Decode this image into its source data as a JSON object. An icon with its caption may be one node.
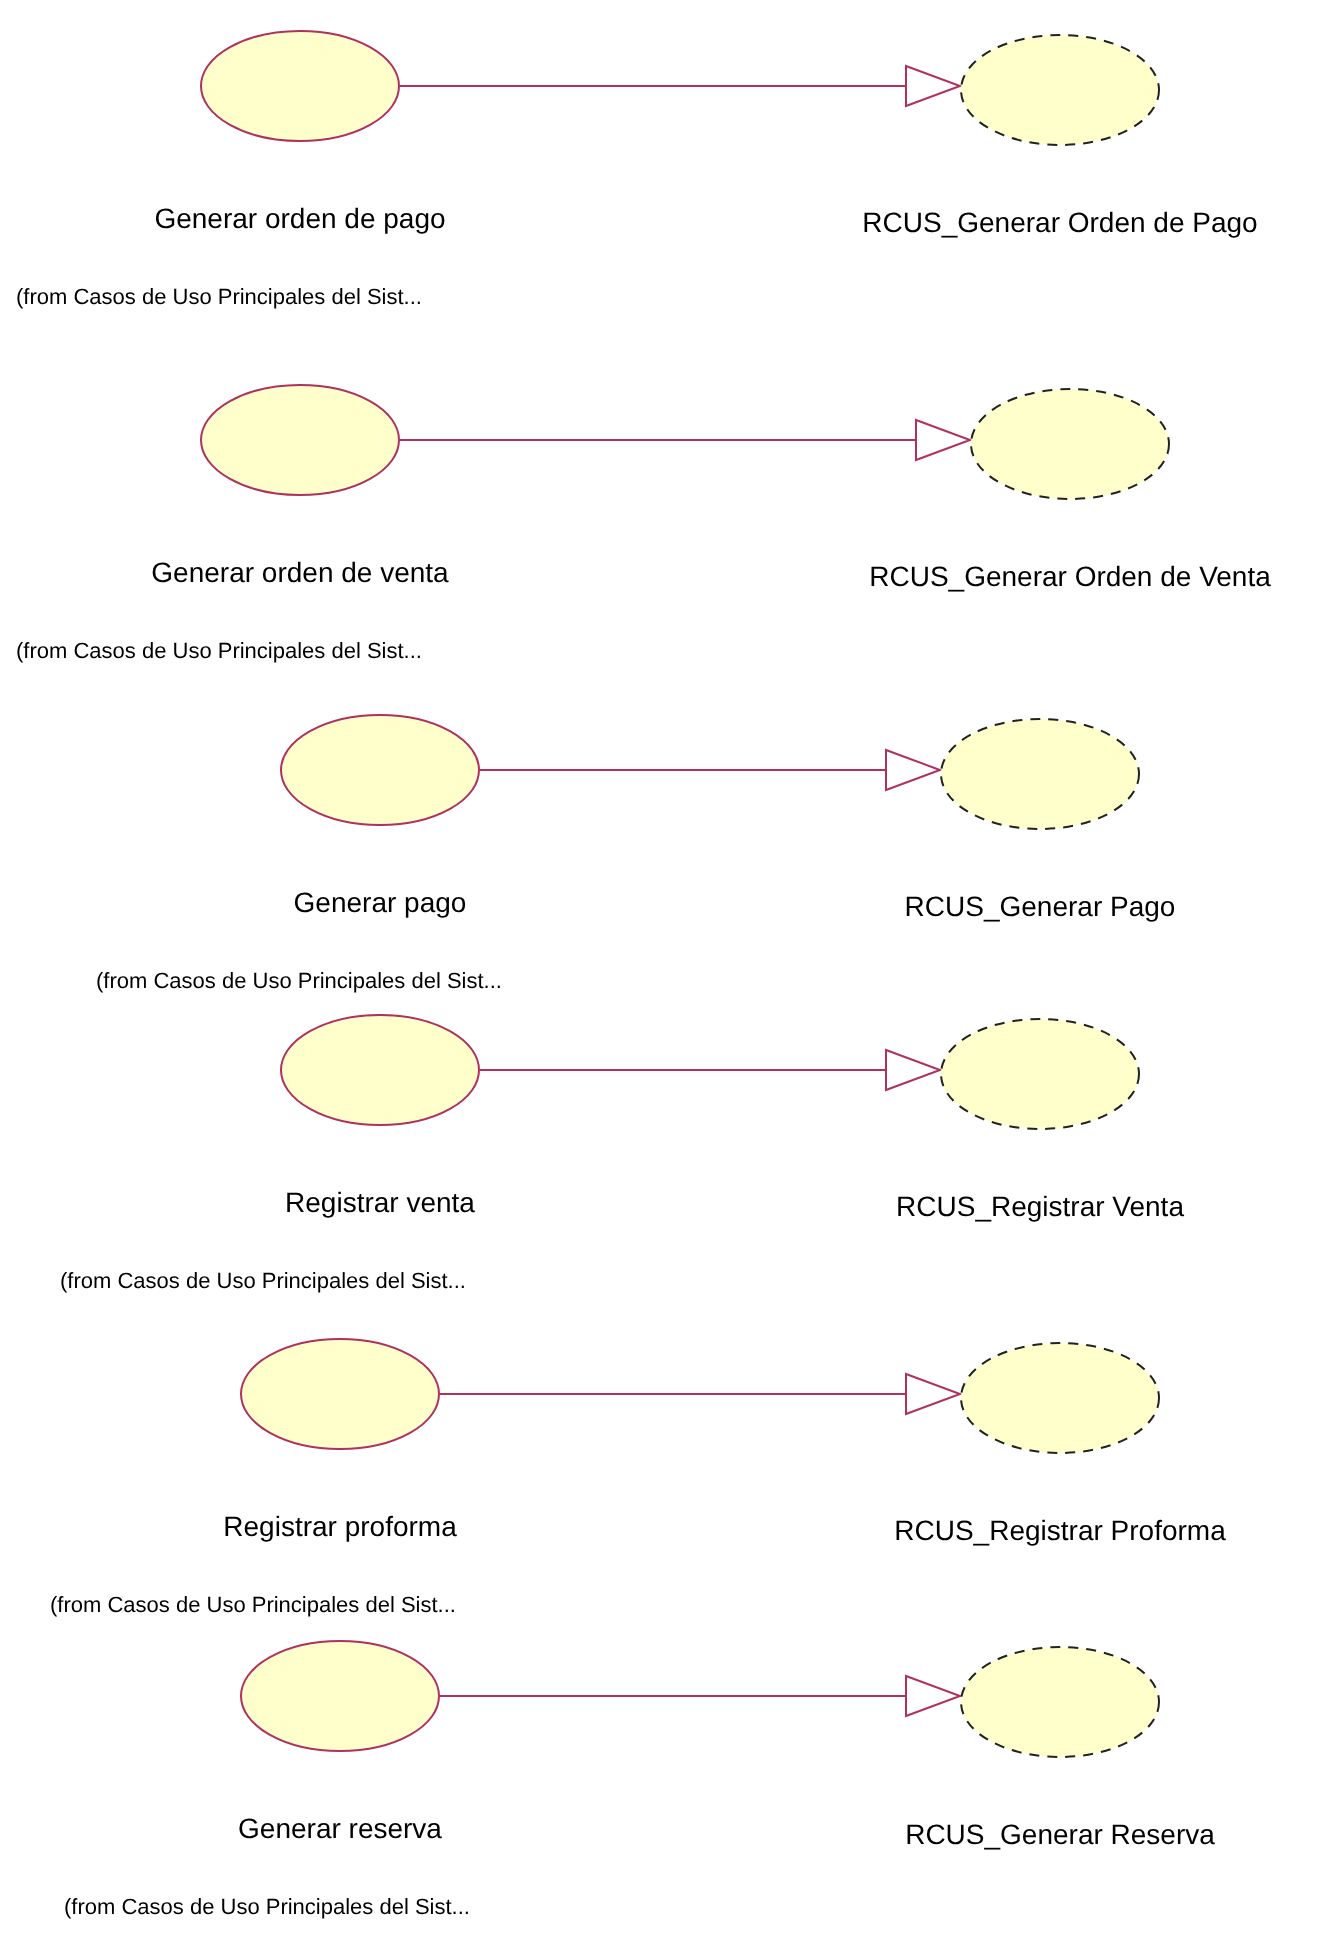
{
  "diagram": {
    "nodes": [
      {
        "text": [
          "Generar orden de pago"
        ]
      },
      {
        "text": [
          "RCUS_Generar Orden de Pago"
        ]
      },
      {
        "text": [
          "Generar orden de venta"
        ]
      },
      {
        "text": [
          "RCUS_Generar Orden de Venta"
        ]
      },
      {
        "text": [
          "Generar pago"
        ]
      },
      {
        "text": [
          "RCUS_Generar Pago"
        ]
      },
      {
        "text": [
          "Registrar venta"
        ]
      },
      {
        "text": [
          "RCUS_Registrar Venta"
        ]
      },
      {
        "text": [
          "Registrar proforma"
        ]
      },
      {
        "text": [
          "RCUS_Registrar Proforma"
        ]
      },
      {
        "text": [
          "Generar reserva"
        ]
      },
      {
        "text": [
          "RCUS_Generar Reserva"
        ]
      }
    ],
    "edges": [
      {
        "from": 0,
        "to": 1,
        "arrow": "to"
      },
      {
        "from": 2,
        "to": 3,
        "arrow": "to"
      },
      {
        "from": 4,
        "to": 5,
        "arrow": "to"
      },
      {
        "from": 6,
        "to": 7,
        "arrow": "to"
      },
      {
        "from": 8,
        "to": 9,
        "arrow": "to"
      },
      {
        "from": 10,
        "to": 11,
        "arrow": "to"
      }
    ],
    "labels": [
      "(from Casos de Uso Principales del Sist...",
      "(from Casos de Uso Principales del Sist...",
      "(from Casos de Uso Principales del Sist...",
      "(from Casos de Uso Principales del Sist...",
      "(from Casos de Uso Principales del Sist...",
      "(from Casos de Uso Principales del Sist..."
    ]
  }
}
